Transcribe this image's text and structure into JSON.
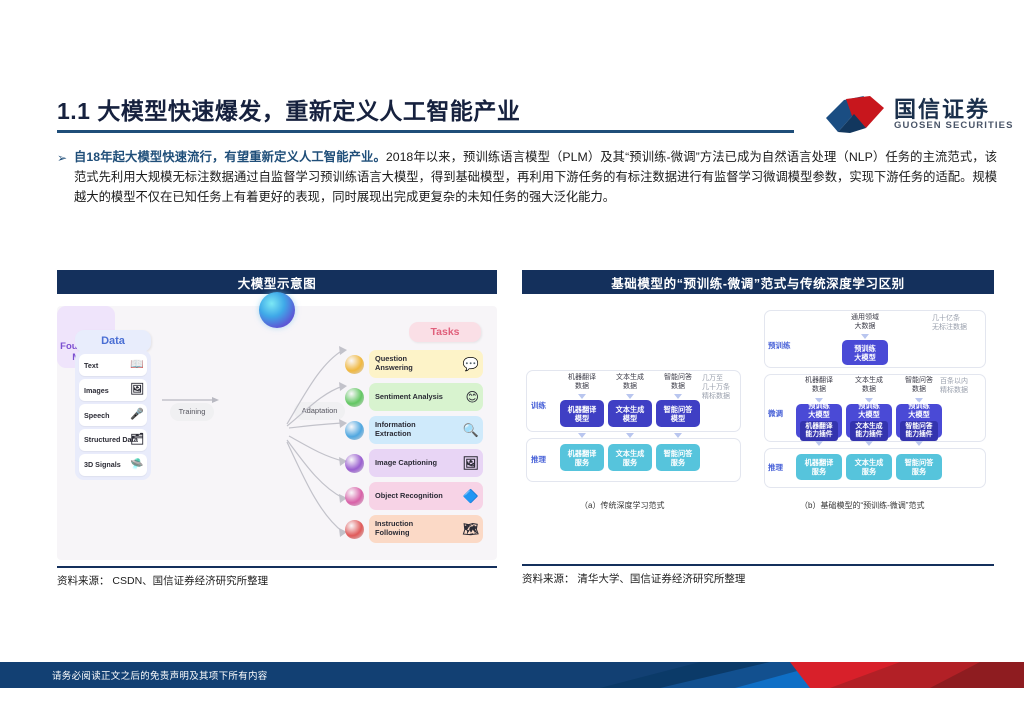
{
  "header": {
    "title": "1.1 大模型快速爆发，重新定义人工智能产业",
    "logo_cn": "国信证券",
    "logo_en": "GUOSEN SECURITIES"
  },
  "body": {
    "bullet_icon": "➢",
    "lead": "自18年起大模型快速流行，有望重新定义人工智能产业。",
    "text": "2018年以来，预训练语言模型（PLM）及其“预训练-微调”方法已成为自然语言处理（NLP）任务的主流范式，该范式先利用大规模无标注数据通过自监督学习预训练语言大模型，得到基础模型，再利用下游任务的有标注数据进行有监督学习微调模型参数，实现下游任务的适配。规模越大的模型不仅在已知任务上有着更好的表现，同时展现出完成更复杂的未知任务的强大泛化能力。"
  },
  "left_panel": {
    "heading": "大模型示意图",
    "source": "资料来源： CSDN、国信证券经济研究所整理",
    "data_caption": "Data",
    "data_items": [
      {
        "label": "Text",
        "icon": "📖"
      },
      {
        "label": "Images",
        "icon": "🖼"
      },
      {
        "label": "Speech",
        "icon": "🎤"
      },
      {
        "label": "Structured Data",
        "icon": "🗂"
      },
      {
        "label": "3D Signals",
        "icon": "🛸"
      }
    ],
    "training_label": "Training",
    "foundation_model": "Foundation Model",
    "adaptation_label": "Adaptation",
    "tasks_caption": "Tasks",
    "tasks": [
      {
        "label": "Question Answering",
        "icon": "💬",
        "bg": "#fdf3c8",
        "orb": "#f0b840"
      },
      {
        "label": "Sentiment Analysis",
        "icon": "😊",
        "bg": "#d8f3cf",
        "orb": "#63c763"
      },
      {
        "label": "Information Extraction",
        "icon": "🔍",
        "bg": "#cfeafb",
        "orb": "#4fa7e0"
      },
      {
        "label": "Image Captioning",
        "icon": "🖼",
        "bg": "#e8d5f5",
        "orb": "#9a5fd0"
      },
      {
        "label": "Object Recognition",
        "icon": "🔷",
        "bg": "#f7d3e6",
        "orb": "#d861a8"
      },
      {
        "label": "Instruction Following",
        "icon": "🗺",
        "bg": "#fbd9c6",
        "orb": "#e05a5a"
      }
    ]
  },
  "right_panel": {
    "heading": "基础模型的“预训练-微调”范式与传统深度学习区别",
    "source": "资料来源： 清华大学、国信证券经济研究所整理",
    "caption_a": "（a）传统深度学习范式",
    "caption_b": "（b）基础模型的“预训练-微调”范式",
    "traditional": {
      "train_label": "训练",
      "infer_label": "推理",
      "data_labels": [
        "机器翻译\n数据",
        "文本生成\n数据",
        "智能问答\n数据"
      ],
      "scale_note": "几万至\n几十万条\n精标数据",
      "train_boxes": [
        "机器翻译\n模型",
        "文本生成\n模型",
        "智能问答\n模型"
      ],
      "infer_boxes": [
        "机器翻译\n服务",
        "文本生成\n服务",
        "智能问答\n服务"
      ]
    },
    "foundation": {
      "pretrain_label": "预训练",
      "finetune_label": "微调",
      "infer_label": "推理",
      "pretrain_data": "通用领域\n大数据",
      "pretrain_note": "几十亿条\n无标注数据",
      "pretrain_box": "预训练\n大模型",
      "finetune_data": [
        "机器翻译\n数据",
        "文本生成\n数据",
        "智能问答\n数据"
      ],
      "finetune_note": "百条以内\n精标数据",
      "finetune_boxes": [
        {
          "main": "预训练\n大模型",
          "sub": "机器翻译\n能力插件"
        },
        {
          "main": "预训练\n大模型",
          "sub": "文本生成\n能力插件"
        },
        {
          "main": "预训练\n大模型",
          "sub": "智能问答\n能力插件"
        }
      ],
      "infer_boxes": [
        "机器翻译\n服务",
        "文本生成\n服务",
        "智能问答\n服务"
      ]
    }
  },
  "footer": {
    "text": "请务必阅读正文之后的免责声明及其项下所有内容",
    "navy": "#124073",
    "blue": "#0f6fc6",
    "red": "#d8202a",
    "darkred": "#8e1c20"
  }
}
